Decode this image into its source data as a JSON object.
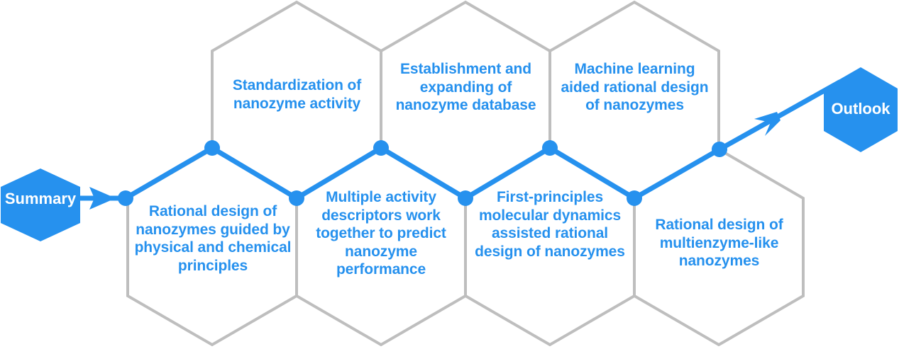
{
  "diagram": {
    "title": "Summary and Outlook roadmap of nanozyme research directions",
    "colors": {
      "accent_blue": "#2691ee",
      "hex_outline_gray": "#bebebe",
      "background": "#ffffff",
      "chip_label": "#ffffff"
    },
    "start_chip": {
      "label": "Summary",
      "shape": "hexagon",
      "fill": "#2691ee"
    },
    "end_chip": {
      "label": "Outlook",
      "shape": "hexagon",
      "fill": "#2691ee"
    },
    "top_row": [
      {
        "id": "standardization",
        "label": "Standardization of nanozyme activity"
      },
      {
        "id": "database",
        "label": "Establishment and expanding of nanozyme database"
      },
      {
        "id": "machine-learning",
        "label": "Machine learning aided rational design of nanozymes"
      }
    ],
    "bottom_row": [
      {
        "id": "rational-design-principles",
        "label": "Rational design of nanozymes guided by physical and chemical principles"
      },
      {
        "id": "activity-descriptors",
        "label": "Multiple activity descriptors work together to predict nanozyme performance"
      },
      {
        "id": "first-principles-md",
        "label": "First-principles molecular dynamics assisted rational design of nanozymes"
      },
      {
        "id": "multienzyme-like",
        "label": "Rational design of multienzyme-like nanozymes"
      }
    ],
    "connector": {
      "style": "zigzag-polyline",
      "node_count": 8,
      "arrow_direction": "up-right",
      "description": "Blue zigzag polyline with round node markers linking hexagon vertices from Summary to Outlook"
    }
  }
}
